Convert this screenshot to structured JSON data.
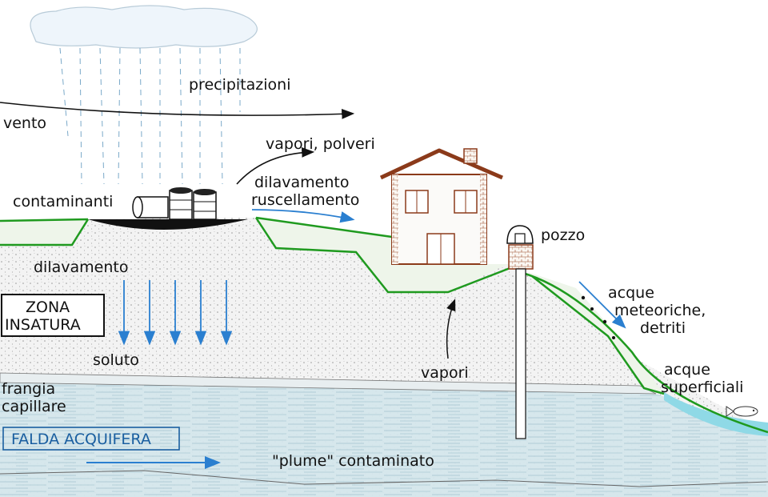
{
  "labels": {
    "precipitazioni": "precipitazioni",
    "vento": "vento",
    "vapori_polveri": "vapori, polveri",
    "dilavamento_top": "dilavamento",
    "ruscellamento": "ruscellamento",
    "contaminanti": "contaminanti",
    "pozzo": "pozzo",
    "dilavamento_left": "dilavamento",
    "zona_line1": "ZONA",
    "zona_line2": "INSATURA",
    "acque_met_1": "acque",
    "acque_met_2": "meteoriche,",
    "acque_met_3": "detriti",
    "soluto": "soluto",
    "vapori": "vapori",
    "acque_sup_1": "acque",
    "acque_sup_2": "superficiali",
    "frangia_1": "frangia",
    "frangia_2": "capillare",
    "falda": "FALDA ACQUIFERA",
    "plume": "\"plume\" contaminato"
  },
  "colors": {
    "ground_line": "#1f9a1f",
    "arrow_blue": "#2a7fd0",
    "house_brown": "#8b3a1a",
    "water": "#8fd9e6",
    "aquifer": "#d2e8ee",
    "soil": "#f1f1f1"
  }
}
